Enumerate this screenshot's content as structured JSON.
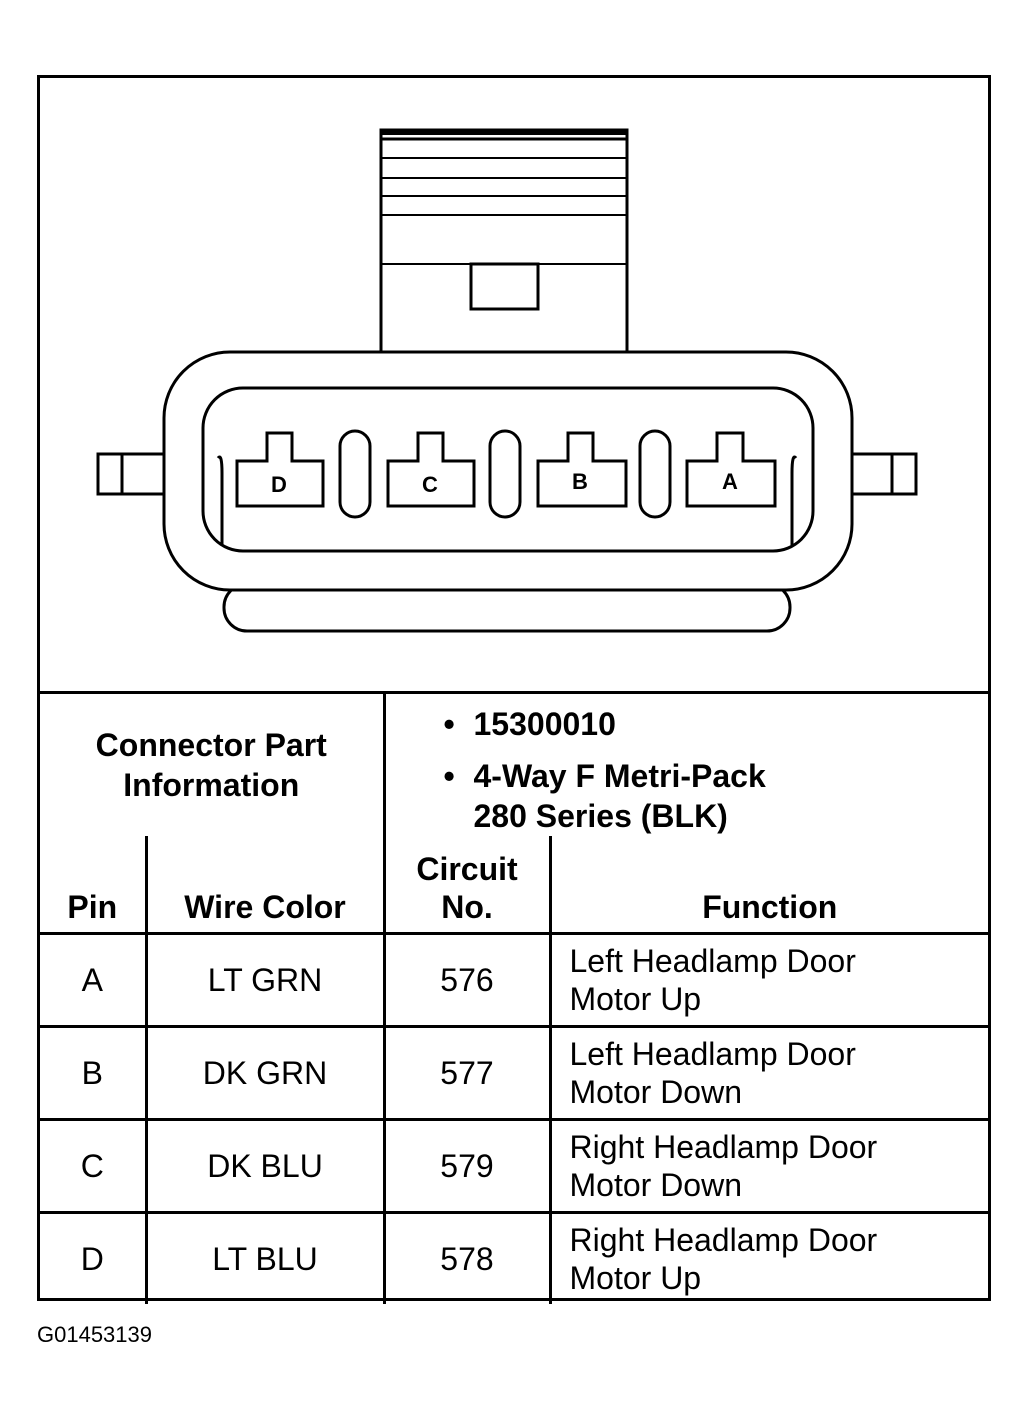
{
  "connector": {
    "pin_labels": [
      "D",
      "C",
      "B",
      "A"
    ]
  },
  "part_info": {
    "label_line1": "Connector Part",
    "label_line2": "Information",
    "part_number": "15300010",
    "description_line1": "4-Way F Metri-Pack",
    "description_line2": "280 Series (BLK)"
  },
  "table": {
    "headers": {
      "pin": "Pin",
      "wire_color": "Wire Color",
      "circuit_line1": "Circuit",
      "circuit_line2": "No.",
      "function": "Function"
    },
    "rows": [
      {
        "pin": "A",
        "wire_color": "LT GRN",
        "circuit": "576",
        "function_line1": "Left Headlamp Door",
        "function_line2": "Motor Up"
      },
      {
        "pin": "B",
        "wire_color": "DK GRN",
        "circuit": "577",
        "function_line1": "Left Headlamp Door",
        "function_line2": "Motor Down"
      },
      {
        "pin": "C",
        "wire_color": "DK BLU",
        "circuit": "579",
        "function_line1": "Right Headlamp Door",
        "function_line2": "Motor Down"
      },
      {
        "pin": "D",
        "wire_color": "LT BLU",
        "circuit": "578",
        "function_line1": "Right Headlamp Door",
        "function_line2": "Motor Up"
      }
    ]
  },
  "figure_id": "G01453139"
}
